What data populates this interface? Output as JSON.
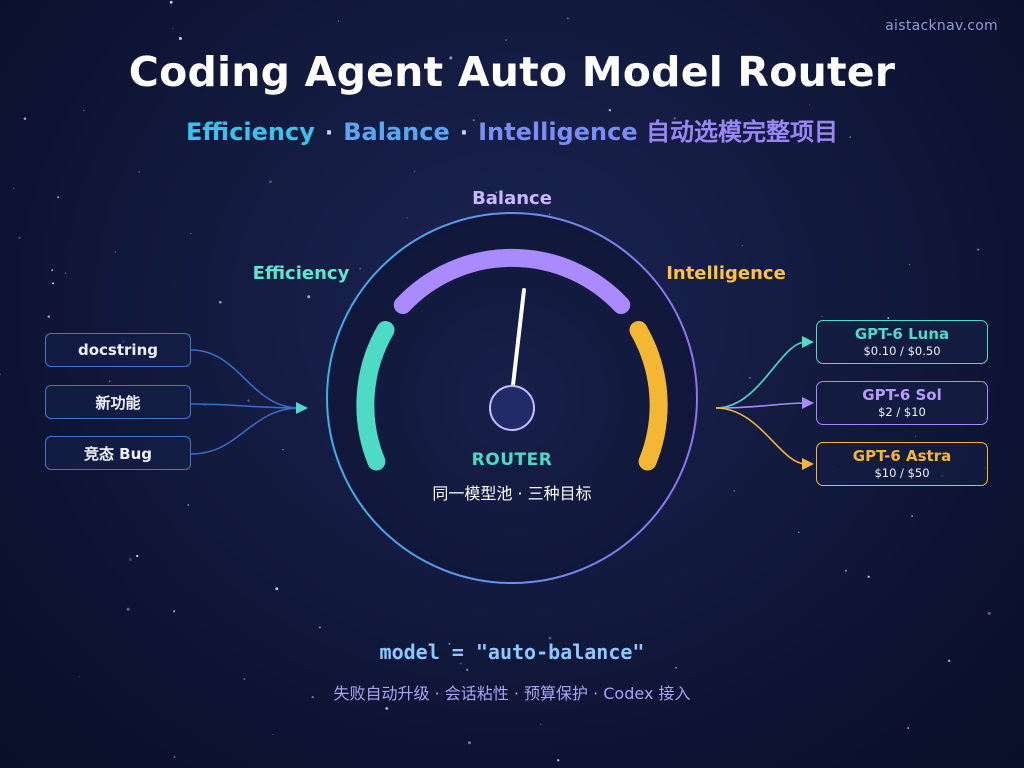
{
  "brand": "aistacknav.com",
  "title": "Coding Agent Auto Model Router",
  "subtitle": {
    "efficiency": "Efficiency",
    "balance": "Balance",
    "intelligence": "Intelligence",
    "chinese": "自动选模完整项目",
    "separator": "·"
  },
  "gauge": {
    "balance_label": "Balance",
    "efficiency_label": "Efficiency",
    "intelligence_label": "Intelligence",
    "router_label": "ROUTER",
    "router_sub": "同一模型池 · 三种目标"
  },
  "tasks": [
    {
      "label": "docstring"
    },
    {
      "label": "新功能"
    },
    {
      "label": "竞态 Bug"
    }
  ],
  "models": [
    {
      "name": "GPT-6 Luna",
      "price": "$0.10 / $0.50"
    },
    {
      "name": "GPT-6 Sol",
      "price": "$2 / $10"
    },
    {
      "name": "GPT-6 Astra",
      "price": "$10 / $50"
    }
  ],
  "code_line": "model = \"auto-balance\"",
  "features": "失败自动升级 · 会话粘性 · 预算保护 · Codex 接入",
  "colors": {
    "efficiency": "#4fdac6",
    "balance": "#a98bff",
    "intelligence": "#f4b733",
    "task_border": "#4a72c9"
  }
}
